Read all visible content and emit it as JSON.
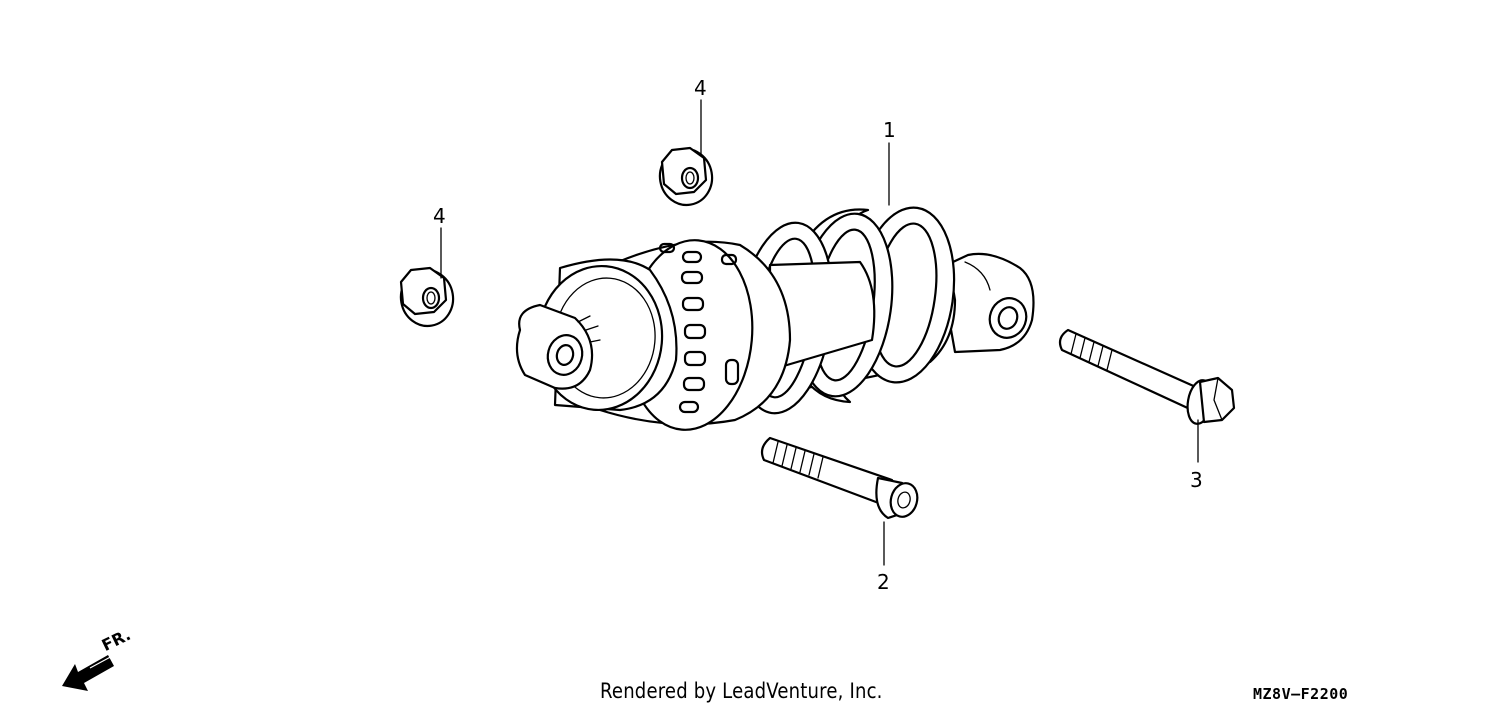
{
  "callouts": {
    "shock_absorber": "1",
    "lower_bolt": "2",
    "upper_bolt": "3",
    "nut_upper": "4",
    "nut_left": "4"
  },
  "direction_label": "FR.",
  "credit": "Rendered by LeadVenture, Inc.",
  "diagram_code": "MZ8V—F2200"
}
